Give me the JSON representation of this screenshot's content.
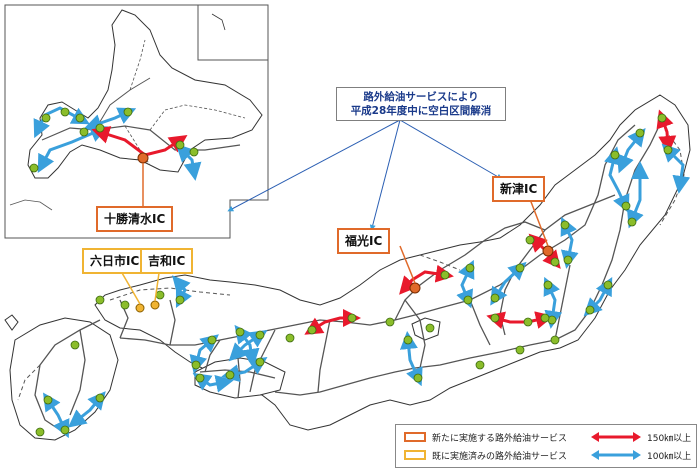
{
  "callouts": {
    "tokachi_shimizu": "十勝清水IC",
    "fukumitsu": "福光IC",
    "niitsu": "新津IC",
    "muikaichi": "六日市IC",
    "yoshiwa": "吉和IC"
  },
  "notice": {
    "line1": "路外給油サービスにより",
    "line2": "平成28年度中に空白区間解消"
  },
  "legend": {
    "new_service": "新たに実施する路外給油サービス",
    "existing_service": "既に実施済みの路外給油サービス",
    "over_150": "150㎞以上",
    "over_100": "100㎞以上"
  },
  "colors": {
    "new_border": "#e06a2a",
    "existing_border": "#f0b433",
    "red_arrow": "#e8192c",
    "blue_arrow": "#3aa0dc",
    "road": "#555555",
    "coast": "#333333",
    "sa_marker": "#8bbd2a"
  },
  "icons": {
    "service_area": "green-dot-icon",
    "new_ic": "orange-dot-icon"
  }
}
